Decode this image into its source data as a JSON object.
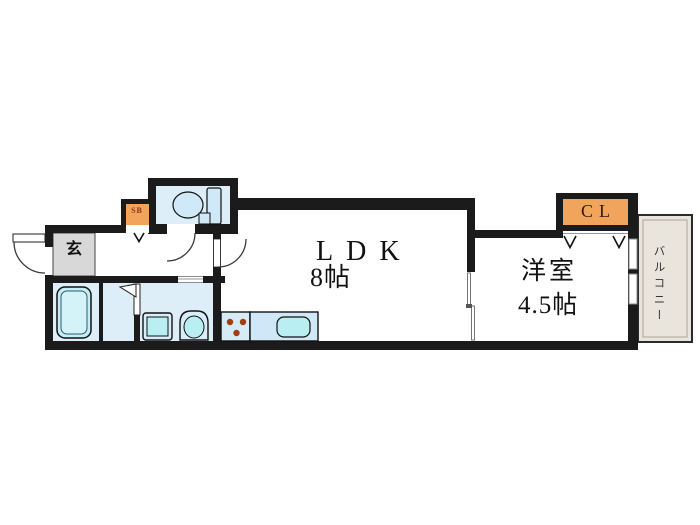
{
  "floorplan": {
    "rooms": {
      "ldk": {
        "label": "LDK",
        "size": "8帖"
      },
      "western_room": {
        "label": "洋室",
        "size": "4.5帖"
      },
      "entrance": {
        "label": "玄"
      },
      "shoe_box": {
        "label": "SB"
      },
      "closet": {
        "label": "CL"
      },
      "balcony": {
        "label": "バルコニー"
      }
    },
    "colors": {
      "wall": "#1b1b1b",
      "wet_room_floor": "#ddeef9",
      "fixture_fill": "#d8edfa",
      "fixture_water": "#b9eef3",
      "storage_orange": "#f0a45c",
      "entrance_floor": "#d8d8d8",
      "balcony_floor": "#e9e5dc",
      "burner_dot": "#a33c10"
    }
  }
}
